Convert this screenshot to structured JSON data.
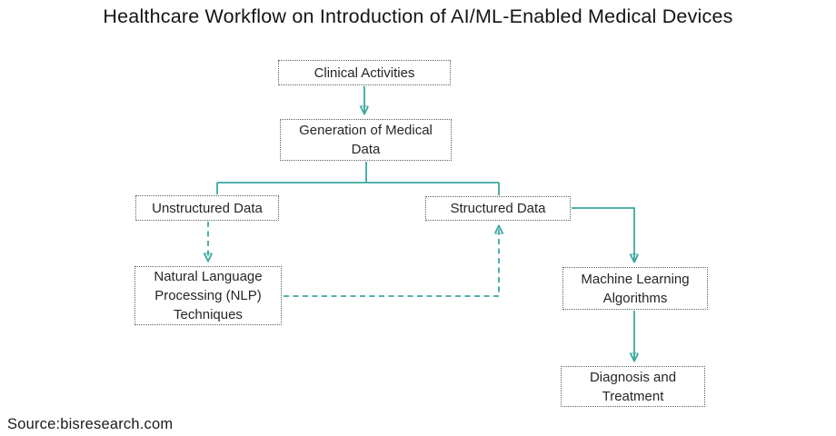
{
  "title": "Healthcare Workflow on Introduction of AI/ML-Enabled Medical Devices",
  "source": "Source:bisresearch.com",
  "colors": {
    "connector_teal": "#3aa79f",
    "box_border_gray": "#5f5f5f",
    "text_black": "#262626",
    "background": "#ffffff"
  },
  "nodes": {
    "clinical": "Clinical Activities",
    "generation": "Generation of Medical Data",
    "unstructured": "Unstructured Data",
    "structured": "Structured Data",
    "nlp": "Natural Language Processing (NLP) Techniques",
    "ml": "Machine Learning Algorithms",
    "diagnosis": "Diagnosis and Treatment"
  },
  "chart_data": {
    "type": "flowchart",
    "title": "Healthcare Workflow on Introduction of AI/ML-Enabled Medical Devices",
    "nodes": [
      "Clinical Activities",
      "Generation of Medical Data",
      "Unstructured Data",
      "Structured Data",
      "Natural Language Processing (NLP) Techniques",
      "Machine Learning Algorithms",
      "Diagnosis and Treatment"
    ],
    "edges": [
      {
        "from": "Clinical Activities",
        "to": "Generation of Medical Data",
        "style": "solid-arrow"
      },
      {
        "from": "Generation of Medical Data",
        "to": "Unstructured Data",
        "style": "solid-line"
      },
      {
        "from": "Generation of Medical Data",
        "to": "Structured Data",
        "style": "solid-line"
      },
      {
        "from": "Unstructured Data",
        "to": "Natural Language Processing (NLP) Techniques",
        "style": "dashed-arrow"
      },
      {
        "from": "Natural Language Processing (NLP) Techniques",
        "to": "Structured Data",
        "style": "dashed-arrow"
      },
      {
        "from": "Structured Data",
        "to": "Machine Learning Algorithms",
        "style": "solid-arrow"
      },
      {
        "from": "Machine Learning Algorithms",
        "to": "Diagnosis and Treatment",
        "style": "solid-arrow"
      }
    ],
    "source": "Source:bisresearch.com"
  }
}
